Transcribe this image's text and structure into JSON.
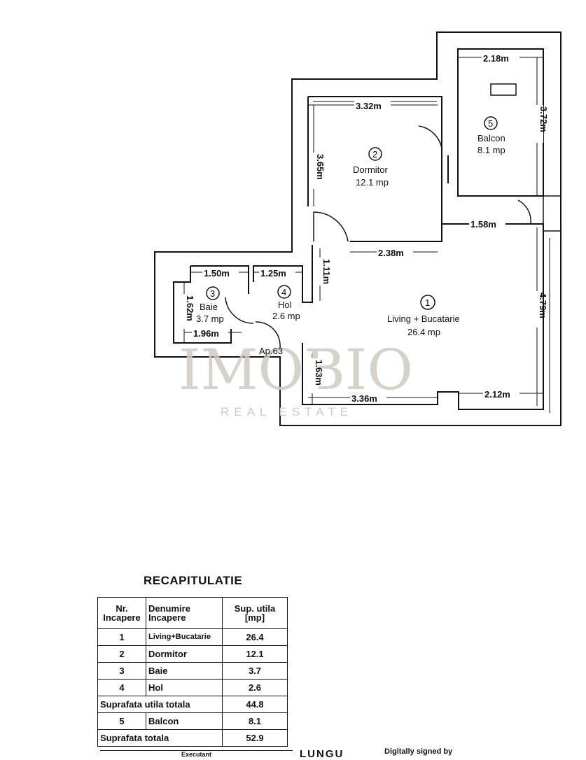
{
  "plan": {
    "rooms": [
      {
        "num": "1",
        "name": "Living + Bucatarie",
        "area": "26.4 mp"
      },
      {
        "num": "2",
        "name": "Dormitor",
        "area": "12.1 mp"
      },
      {
        "num": "3",
        "name": "Baie",
        "area": "3.7 mp"
      },
      {
        "num": "4",
        "name": "Hol",
        "area": "2.6 mp"
      },
      {
        "num": "5",
        "name": "Balcon",
        "area": "8.1 mp"
      }
    ],
    "dims": {
      "balcon_w": "2.18m",
      "balcon_h": "3.72m",
      "dorm_w": "3.32m",
      "dorm_h": "3.65m",
      "living_top": "1.58m",
      "dorm_bottom": "2.38m",
      "hol_h": "1.11m",
      "baie_top": "1.50m",
      "hol_top": "1.25m",
      "baie_h": "1.62m",
      "baie_bottom": "1.96m",
      "living_h": "4.79m",
      "living_left_h": "1.63m",
      "living_bottom": "3.36m",
      "living_bottom_right": "2.12m"
    },
    "apartment_label": "Ap.63"
  },
  "watermark": {
    "brand": "IMOBIO",
    "sub": "REAL ESTATE"
  },
  "recap": {
    "title": "RECAPITULATIE",
    "headers": [
      "Nr. Incapere",
      "Denumire Incapere",
      "Sup. utila [mp]"
    ],
    "rows": [
      {
        "nr": "1",
        "name": "Living+Bucatarie",
        "val": "26.4"
      },
      {
        "nr": "2",
        "name": "Dormitor",
        "val": "12.1"
      },
      {
        "nr": "3",
        "name": "Baie",
        "val": "3.7"
      },
      {
        "nr": "4",
        "name": "Hol",
        "val": "2.6"
      }
    ],
    "subtotal_label": "Suprafata utila totala",
    "subtotal_val": "44.8",
    "balcon_row": {
      "nr": "5",
      "name": "Balcon",
      "val": "8.1"
    },
    "total_label": "Suprafata totala",
    "total_val": "52.9",
    "executant": "Executant"
  },
  "footer": {
    "stamp": "LUNGU",
    "signed": "Digitally signed by"
  }
}
